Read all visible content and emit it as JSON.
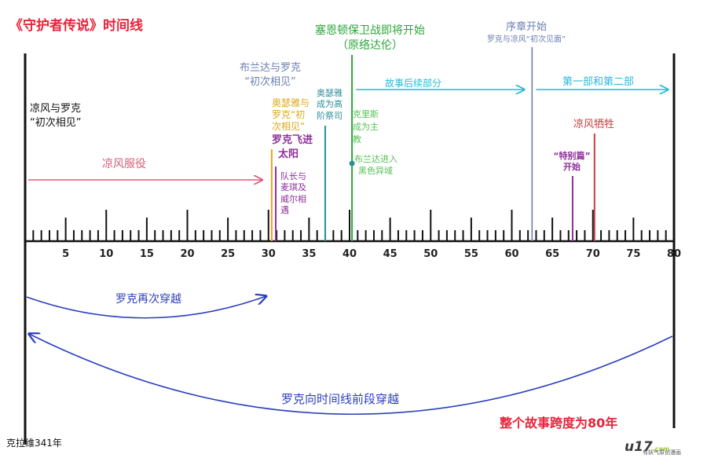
{
  "title": "《守护者传说》时间线",
  "axis": {
    "ticks": [
      "5",
      "10",
      "15",
      "20",
      "25",
      "30",
      "35",
      "40",
      "45",
      "50",
      "55",
      "60",
      "65",
      "70",
      "75",
      "80"
    ],
    "start_label": "克拉维341年"
  },
  "events": {
    "lingfeng_luoke_meet_1": "凉风与罗克",
    "lingfeng_luoke_meet_2": "“初次相见”",
    "lingfeng_service": "凉风服役",
    "brenda_luoke_meet_1": "布兰达与罗克",
    "brenda_luoke_meet_2": "“初次相见”",
    "oseya_luoke_1": "奥瑟雅与",
    "oseya_luoke_2": "罗克“初",
    "oseya_luoke_3": "次相见”",
    "luoke_fly_1": "罗克飞进",
    "luoke_fly_2": "太阳",
    "captain_1": "队长与",
    "captain_2": "麦琪及",
    "captain_3": "威尔相",
    "captain_4": "遇",
    "oseya_priest_1": "奥瑟雅",
    "oseya_priest_2": "成为高",
    "oseya_priest_3": "阶祭司",
    "sedonton_1": "塞恩顿保卫战即将开始",
    "sedonton_2": "（原络达伦）",
    "chris_1": "克里斯",
    "chris_2": "成为主",
    "chris_3": "教",
    "brenda_enter_1": "布兰达进入",
    "brenda_enter_2": "黑色异域",
    "story_follow": "故事后续部分",
    "prologue_1": "序章开始",
    "prologue_2": "罗克与凉风“初次见面”",
    "part_one_two": "第一部和第二部",
    "special_1": "“特别篇”",
    "special_2": "开始",
    "lingfeng_sacrifice": "凉风牺牲"
  },
  "arcs": {
    "luoke_again": "罗克再次穿越",
    "luoke_front": "罗克向时间线前段穿越",
    "span": "整个故事跨度为80年"
  },
  "watermark": {
    "logo": "u17",
    "logo_suffix": ".com",
    "sub": "有妖气原创漫画"
  },
  "colors": {
    "axis": "#111111",
    "arc": "#2c3fbf",
    "service": "#e0587a",
    "story_follow": "#26b9d8",
    "part_one_two": "#26b9d8",
    "prologue": "#6a7eb1",
    "sedonton": "#2aa63a",
    "oseya": "#e0a81a",
    "luoke_fly": "#8e2f9b",
    "oseya_priest": "#2d8f9a",
    "sacrifice": "#cc3d3d"
  }
}
